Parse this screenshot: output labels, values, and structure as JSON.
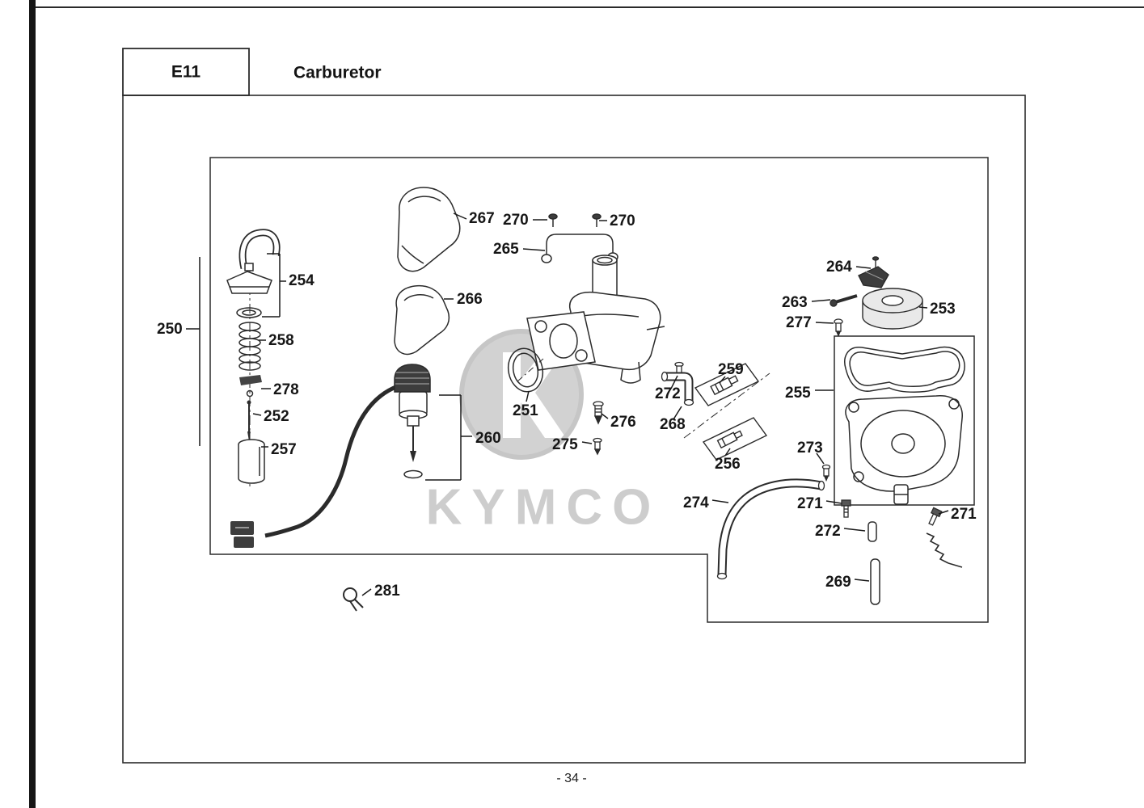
{
  "header": {
    "code": "E11",
    "title": "Carburetor"
  },
  "footer": {
    "page": "- 34 -"
  },
  "watermark": "KYMCO",
  "diagram": {
    "labels": [
      "267",
      "270",
      "270",
      "265",
      "254",
      "250",
      "258",
      "266",
      "264",
      "263",
      "253",
      "277",
      "278",
      "252",
      "251",
      "272",
      "259",
      "276",
      "268",
      "275",
      "256",
      "260",
      "257",
      "255",
      "273",
      "274",
      "271",
      "271",
      "272",
      "269",
      "281"
    ]
  }
}
